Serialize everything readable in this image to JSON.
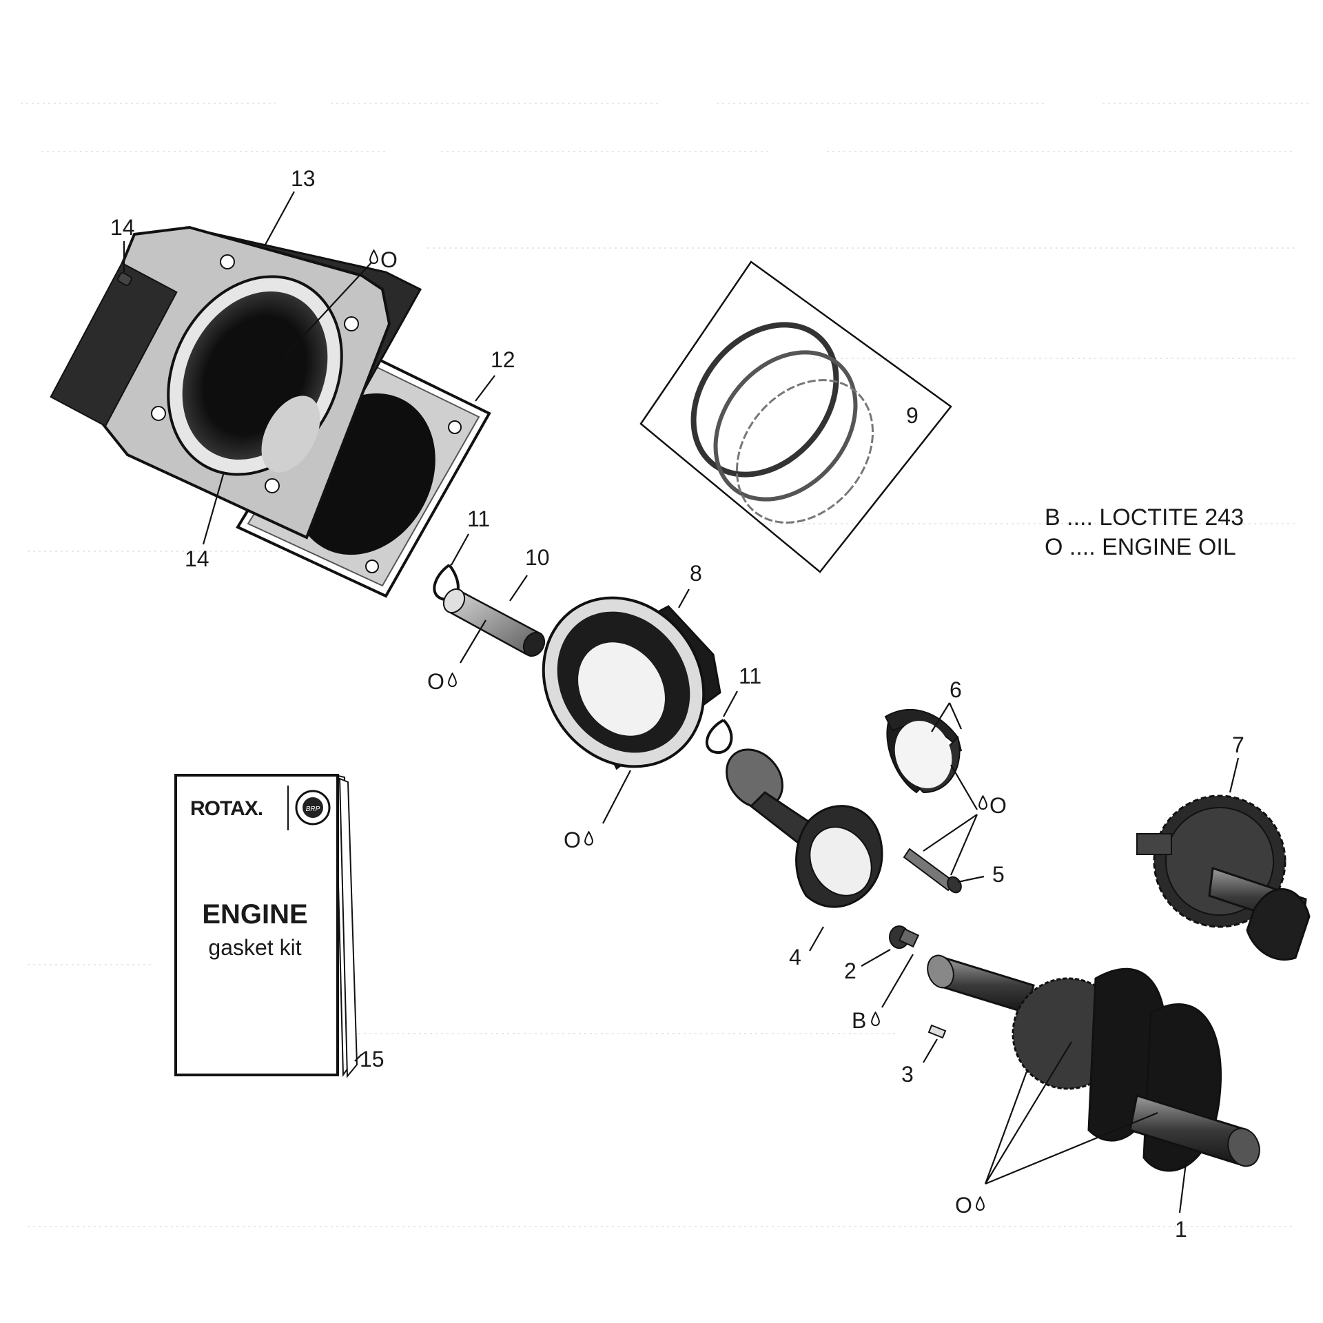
{
  "callouts": {
    "c1": "1",
    "c2": "2",
    "c3": "3",
    "c4": "4",
    "c5": "5",
    "c6": "6",
    "c7": "7",
    "c8": "8",
    "c9": "9",
    "c10": "10",
    "c11a": "11",
    "c11b": "11",
    "c12": "12",
    "c13": "13",
    "c14a": "14",
    "c14b": "14",
    "c15": "15"
  },
  "markers": {
    "oil_letter": "O",
    "loctite_letter": "B"
  },
  "legend": {
    "line1": "B .... LOCTITE 243",
    "line2": "O .... ENGINE OIL"
  },
  "manual": {
    "brand": "ROTAX.",
    "logo_text": "BRP",
    "title": "ENGINE",
    "subtitle": "gasket kit"
  },
  "colors": {
    "ink": "#111111",
    "part_dark": "#1c1c1c",
    "part_mid": "#6d6d6d",
    "part_light": "#c9c9c9",
    "background": "#ffffff"
  }
}
